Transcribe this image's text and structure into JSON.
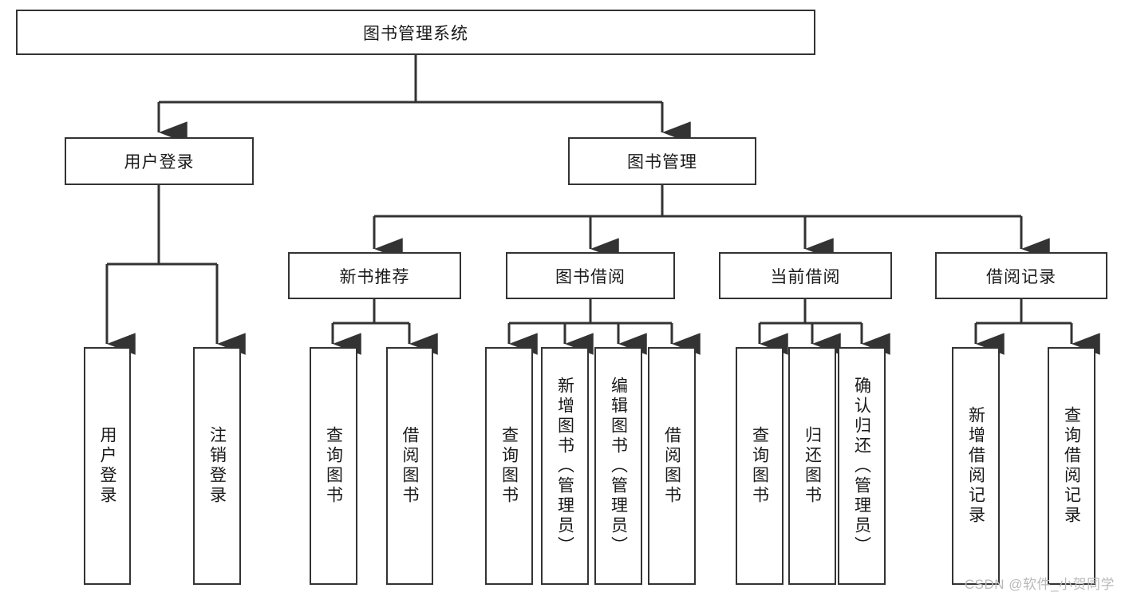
{
  "diagram": {
    "title": "图书管理系统",
    "type": "hierarchy-tree",
    "orientation": "top-down",
    "levels": 4,
    "colors": {
      "stroke": "#333333",
      "fill": "#ffffff",
      "text": "#1a1a1a",
      "watermark": "#b9b9b9"
    },
    "root": {
      "label": "图书管理系统"
    },
    "level2": [
      {
        "label": "用户登录"
      },
      {
        "label": "图书管理"
      }
    ],
    "level3": [
      {
        "label": "新书推荐"
      },
      {
        "label": "图书借阅"
      },
      {
        "label": "当前借阅"
      },
      {
        "label": "借阅记录"
      }
    ],
    "leaves": {
      "user_login": [
        {
          "label": "用户登录"
        },
        {
          "label": "注销登录"
        }
      ],
      "new_book_recommend": [
        {
          "label": "查询图书"
        },
        {
          "label": "借阅图书"
        }
      ],
      "book_borrow": [
        {
          "label": "查询图书"
        },
        {
          "label": "新增图书（管理员）"
        },
        {
          "label": "编辑图书（管理员）"
        },
        {
          "label": "借阅图书"
        }
      ],
      "current_borrow": [
        {
          "label": "查询图书"
        },
        {
          "label": "归还图书"
        },
        {
          "label": "确认归还（管理员）"
        }
      ],
      "borrow_record": [
        {
          "label": "新增借阅记录"
        },
        {
          "label": "查询借阅记录"
        }
      ]
    }
  },
  "watermark": {
    "text": "CSDN @软件_小贺同学"
  }
}
